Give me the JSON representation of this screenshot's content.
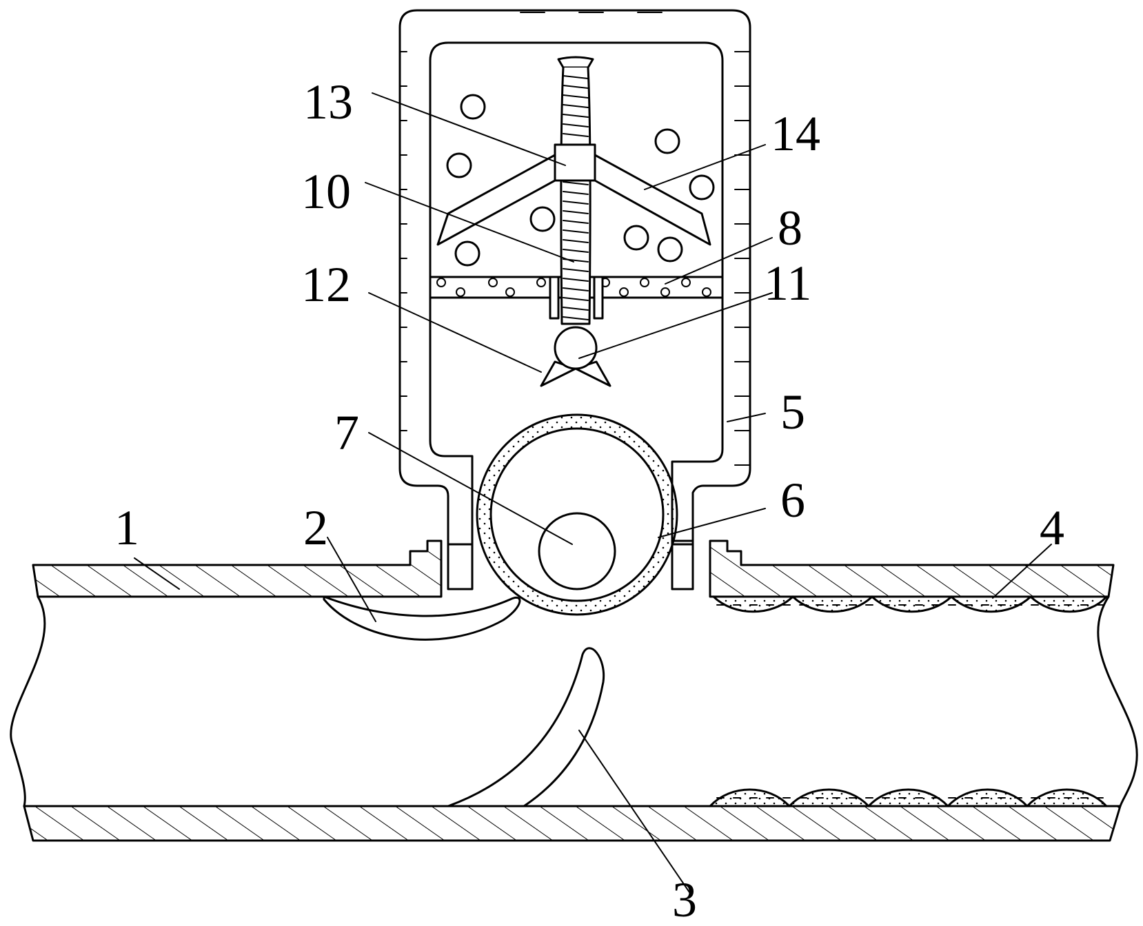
{
  "diagram": {
    "callouts": [
      {
        "id": "1",
        "text": "1"
      },
      {
        "id": "2",
        "text": "2"
      },
      {
        "id": "3",
        "text": "3"
      },
      {
        "id": "4",
        "text": "4"
      },
      {
        "id": "5",
        "text": "5"
      },
      {
        "id": "6",
        "text": "6"
      },
      {
        "id": "7",
        "text": "7"
      },
      {
        "id": "8",
        "text": "8"
      },
      {
        "id": "10",
        "text": "10"
      },
      {
        "id": "11",
        "text": "11"
      },
      {
        "id": "12",
        "text": "12"
      },
      {
        "id": "13",
        "text": "13"
      },
      {
        "id": "14",
        "text": "14"
      }
    ]
  }
}
